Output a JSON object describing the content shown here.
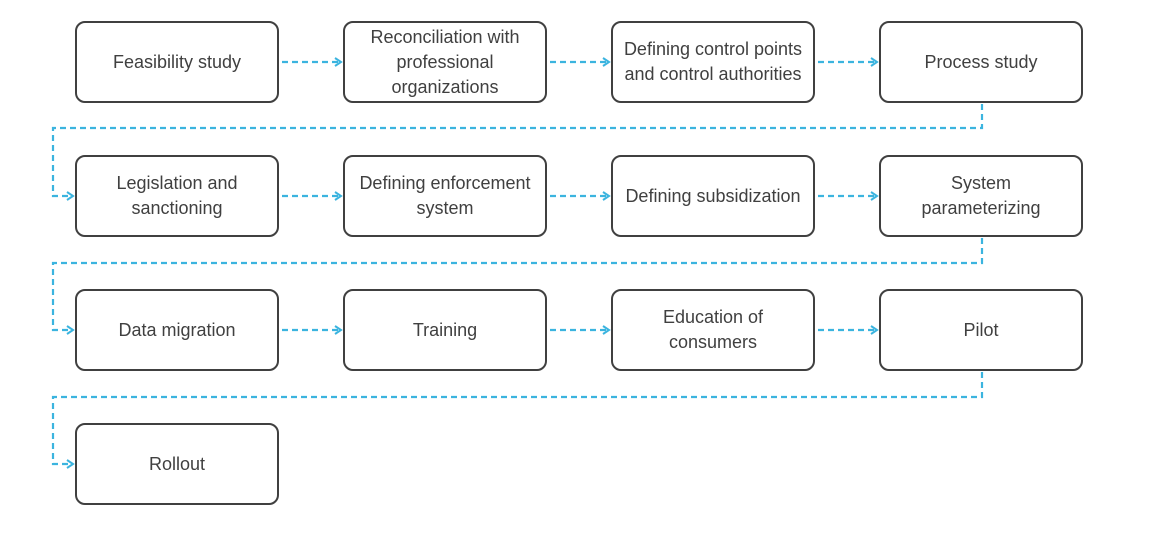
{
  "colors": {
    "connector": "#3BB4DF",
    "box_border": "#404040",
    "text": "#404040"
  },
  "steps": [
    {
      "label": "Feasibility study"
    },
    {
      "label": "Reconciliation with professional organizations"
    },
    {
      "label": "Defining control points and control authorities"
    },
    {
      "label": "Process study"
    },
    {
      "label": "Legislation and sanctioning"
    },
    {
      "label": "Defining enforcement system"
    },
    {
      "label": "Defining subsidization"
    },
    {
      "label": "System parameterizing"
    },
    {
      "label": "Data migration"
    },
    {
      "label": "Training"
    },
    {
      "label": "Education of consumers"
    },
    {
      "label": "Pilot"
    },
    {
      "label": "Rollout"
    }
  ]
}
